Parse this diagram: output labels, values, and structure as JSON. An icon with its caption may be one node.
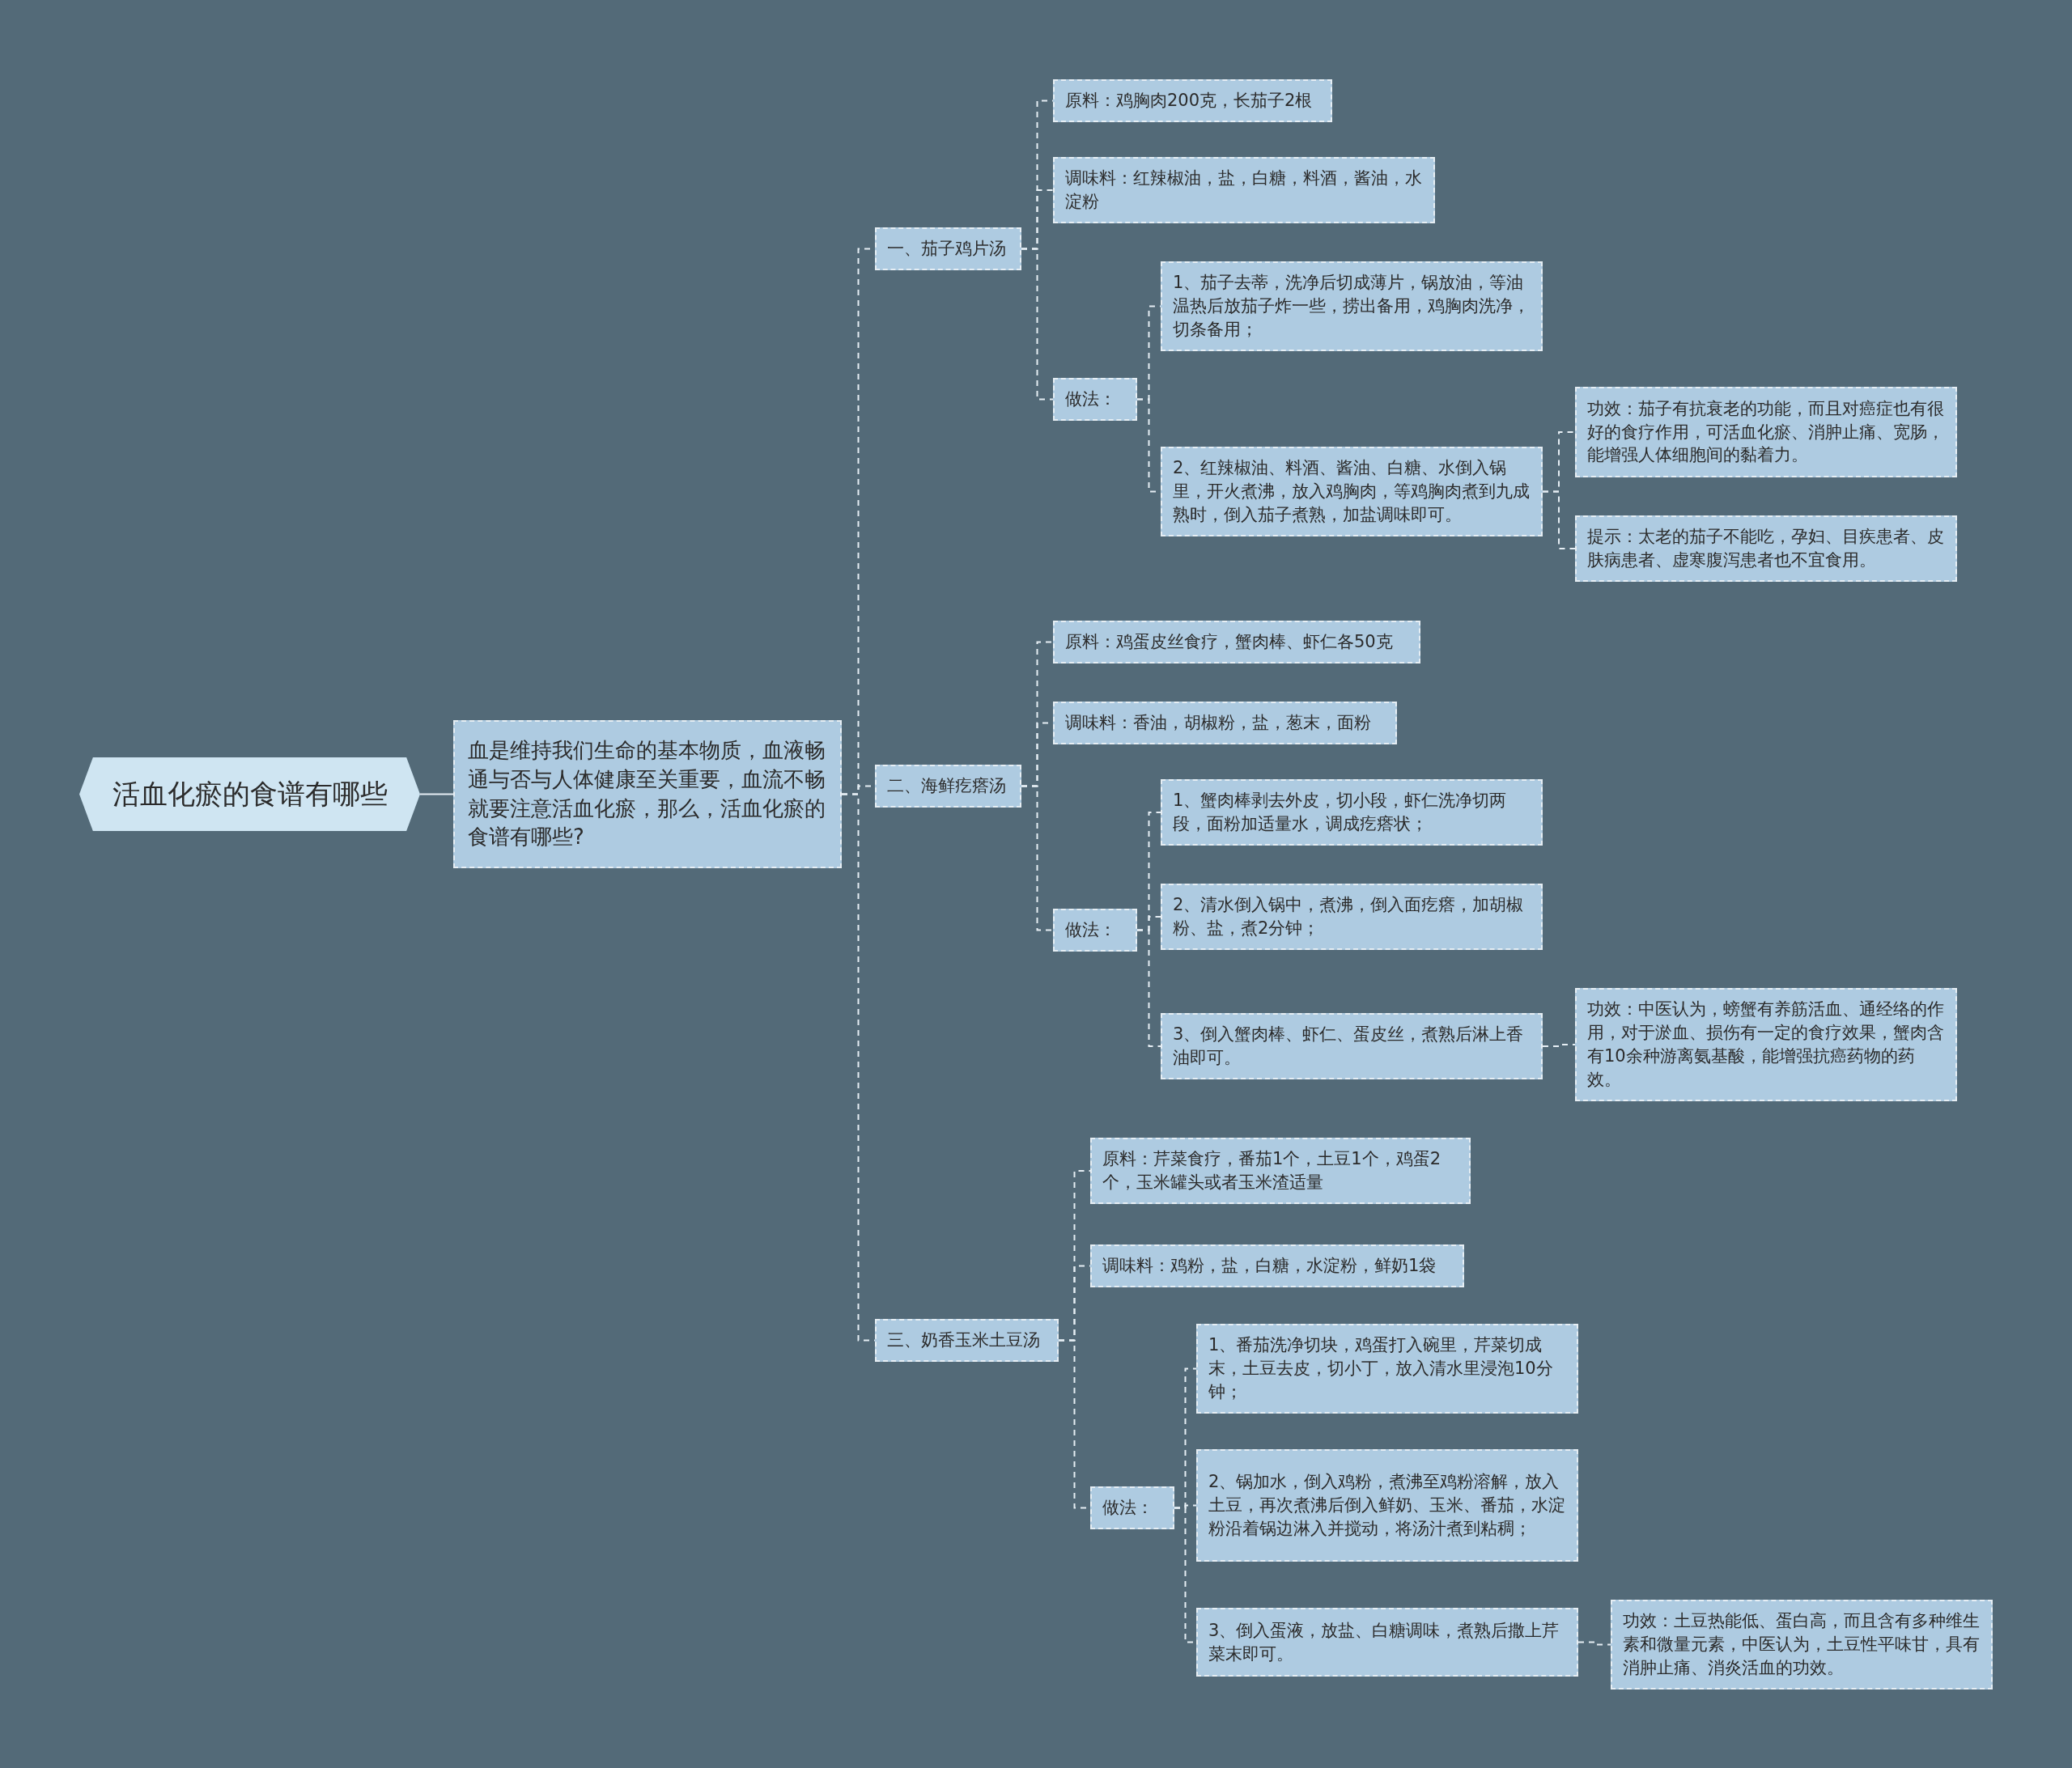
{
  "diagram": {
    "nodes": [
      {
        "text": [
          "活血化瘀的食谱有哪些"
        ]
      },
      {
        "text": [
          "血是维持我们生命的基本物质，血液畅通与否与人体健康至关重要，血流不畅就要注意活血化瘀，那么，活血化瘀的食谱有哪些?"
        ]
      },
      {
        "text": [
          "一、茄子鸡片汤"
        ]
      },
      {
        "text": [
          "原料：鸡胸肉200克，长茄子2根"
        ]
      },
      {
        "text": [
          "调味料：红辣椒油，盐，白糖，料酒，酱油，水淀粉"
        ]
      },
      {
        "text": [
          "做法："
        ]
      },
      {
        "text": [
          "1、茄子去蒂，洗净后切成薄片，锅放油，等油温热后放茄子炸一些，捞出备用，鸡胸肉洗净，切条备用；"
        ]
      },
      {
        "text": [
          "2、红辣椒油、料酒、酱油、白糖、水倒入锅里，开火煮沸，放入鸡胸肉，等鸡胸肉煮到九成熟时，倒入茄子煮熟，加盐调味即可。"
        ]
      },
      {
        "text": [
          "功效：茄子有抗衰老的功能，而且对癌症也有很好的食疗作用，可活血化瘀、消肿止痛、宽肠，能增强人体细胞间的黏着力。"
        ]
      },
      {
        "text": [
          "提示：太老的茄子不能吃，孕妇、目疾患者、皮肤病患者、虚寒腹泻患者也不宜食用。"
        ]
      },
      {
        "text": [
          "二、海鲜疙瘩汤"
        ]
      },
      {
        "text": [
          "原料：鸡蛋皮丝食疗，蟹肉棒、虾仁各50克"
        ]
      },
      {
        "text": [
          "调味料：香油，胡椒粉，盐，葱末，面粉"
        ]
      },
      {
        "text": [
          "做法："
        ]
      },
      {
        "text": [
          "1、蟹肉棒剥去外皮，切小段，虾仁洗净切两段，面粉加适量水，调成疙瘩状；"
        ]
      },
      {
        "text": [
          "2、清水倒入锅中，煮沸，倒入面疙瘩，加胡椒粉、盐，煮2分钟；"
        ]
      },
      {
        "text": [
          "3、倒入蟹肉棒、虾仁、蛋皮丝，煮熟后淋上香油即可。"
        ]
      },
      {
        "text": [
          "功效：中医认为，螃蟹有养筋活血、通经络的作用，对于淤血、损伤有一定的食疗效果，蟹肉含有10余种游离氨基酸，能增强抗癌药物的药效。"
        ]
      },
      {
        "text": [
          "三、奶香玉米土豆汤"
        ]
      },
      {
        "text": [
          "原料：芹菜食疗，番茄1个，土豆1个，鸡蛋2个，玉米罐头或者玉米渣适量"
        ]
      },
      {
        "text": [
          "调味料：鸡粉，盐，白糖，水淀粉，鲜奶1袋"
        ]
      },
      {
        "text": [
          "做法："
        ]
      },
      {
        "text": [
          "1、番茄洗净切块，鸡蛋打入碗里，芹菜切成末，土豆去皮，切小丁，放入清水里浸泡10分钟；"
        ]
      },
      {
        "text": [
          "2、锅加水，倒入鸡粉，煮沸至鸡粉溶解，放入土豆，再次煮沸后倒入鲜奶、玉米、番茄，水淀粉沿着锅边淋入并搅动，将汤汁煮到粘稠；"
        ]
      },
      {
        "text": [
          "3、倒入蛋液，放盐、白糖调味，煮熟后撒上芹菜末即可。"
        ]
      },
      {
        "text": [
          "功效：土豆热能低、蛋白高，而且含有多种维生素和微量元素，中医认为，土豆性平味甘，具有消肿止痛、消炎活血的功效。"
        ]
      }
    ],
    "edges": [
      {
        "from": 0,
        "to": 1,
        "arrow": "none"
      },
      {
        "from": 1,
        "to": 2,
        "arrow": "none",
        "style": "dashed"
      },
      {
        "from": 1,
        "to": 10,
        "arrow": "none",
        "style": "dashed"
      },
      {
        "from": 1,
        "to": 18,
        "arrow": "none",
        "style": "dashed"
      },
      {
        "from": 2,
        "to": 3,
        "arrow": "none",
        "style": "dashed"
      },
      {
        "from": 2,
        "to": 4,
        "arrow": "none",
        "style": "dashed"
      },
      {
        "from": 2,
        "to": 5,
        "arrow": "none",
        "style": "dashed"
      },
      {
        "from": 5,
        "to": 6,
        "arrow": "none",
        "style": "dashed"
      },
      {
        "from": 5,
        "to": 7,
        "arrow": "none",
        "style": "dashed"
      },
      {
        "from": 7,
        "to": 8,
        "arrow": "none",
        "style": "dashed"
      },
      {
        "from": 7,
        "to": 9,
        "arrow": "none",
        "style": "dashed"
      },
      {
        "from": 10,
        "to": 11,
        "arrow": "none",
        "style": "dashed"
      },
      {
        "from": 10,
        "to": 12,
        "arrow": "none",
        "style": "dashed"
      },
      {
        "from": 10,
        "to": 13,
        "arrow": "none",
        "style": "dashed"
      },
      {
        "from": 13,
        "to": 14,
        "arrow": "none",
        "style": "dashed"
      },
      {
        "from": 13,
        "to": 15,
        "arrow": "none",
        "style": "dashed"
      },
      {
        "from": 13,
        "to": 16,
        "arrow": "none",
        "style": "dashed"
      },
      {
        "from": 16,
        "to": 17,
        "arrow": "none",
        "style": "dashed"
      },
      {
        "from": 18,
        "to": 19,
        "arrow": "none",
        "style": "dashed"
      },
      {
        "from": 18,
        "to": 20,
        "arrow": "none",
        "style": "dashed"
      },
      {
        "from": 18,
        "to": 21,
        "arrow": "none",
        "style": "dashed"
      },
      {
        "from": 21,
        "to": 22,
        "arrow": "none",
        "style": "dashed"
      },
      {
        "from": 21,
        "to": 23,
        "arrow": "none",
        "style": "dashed"
      },
      {
        "from": 21,
        "to": 24,
        "arrow": "none",
        "style": "dashed"
      },
      {
        "from": 24,
        "to": 25,
        "arrow": "none",
        "style": "dashed"
      }
    ]
  }
}
